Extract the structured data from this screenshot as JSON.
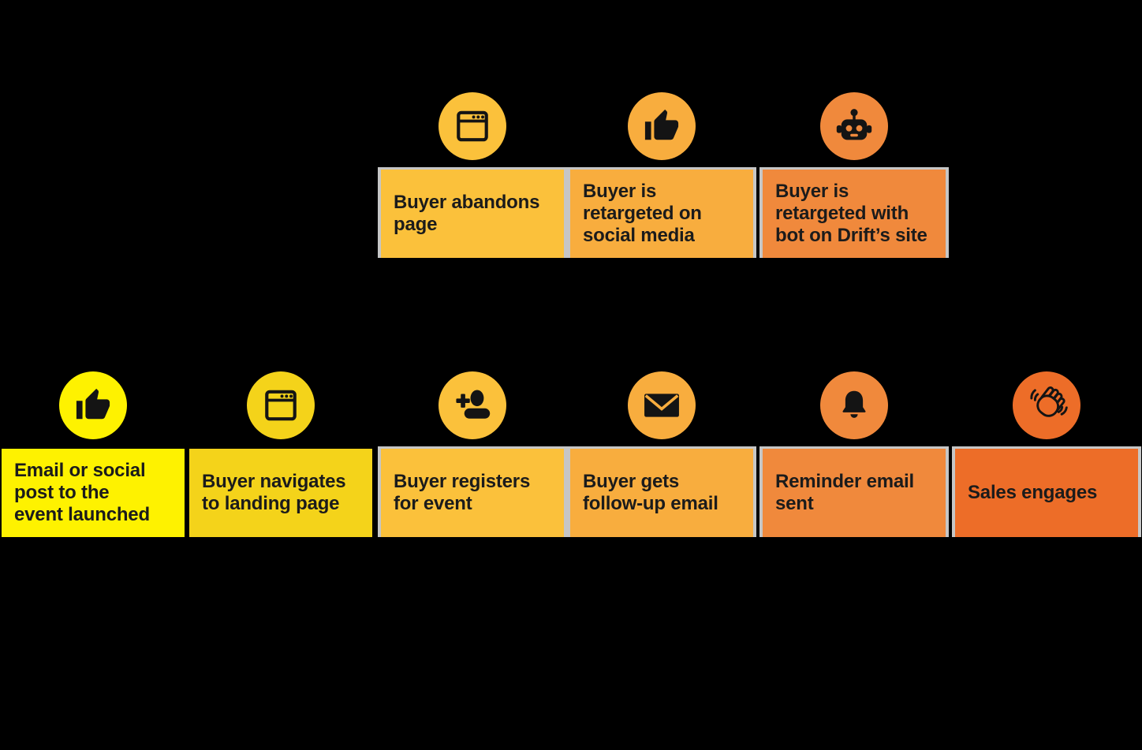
{
  "canvas": {
    "background": "#000000"
  },
  "palette": {
    "yellow": "#FEF200",
    "gold": "#F4D31A",
    "amber": "#FBC13B",
    "amber_orange": "#F8AD3E",
    "orange": "#F0893C",
    "deep_orange": "#ED6D28",
    "separator_gray": "#C6C6C6",
    "text": "#1B1B1B",
    "icon_ink": "#141414"
  },
  "rows": {
    "retarget": {
      "name": "retargeting-branch",
      "steps": [
        {
          "label": "Buyer abandons\npage",
          "icon": "browser-window-icon",
          "color_name": "amber"
        },
        {
          "label": "Buyer is\nretargeted on\nsocial media",
          "icon": "thumbs-up-icon",
          "color_name": "amber_orange"
        },
        {
          "label": "Buyer is\nretargeted with\nbot on Drift’s site",
          "icon": "robot-icon",
          "color_name": "orange"
        }
      ]
    },
    "journey": {
      "name": "main-journey",
      "steps": [
        {
          "label": "Email or social\npost to the\nevent launched",
          "icon": "thumbs-up-icon",
          "color_name": "yellow"
        },
        {
          "label": "Buyer navigates\nto landing page",
          "icon": "browser-window-icon",
          "color_name": "gold"
        },
        {
          "label": "Buyer registers\nfor event",
          "icon": "person-add-icon",
          "color_name": "amber"
        },
        {
          "label": "Buyer gets\nfollow-up email",
          "icon": "envelope-icon",
          "color_name": "amber_orange"
        },
        {
          "label": "Reminder email\nsent",
          "icon": "bell-icon",
          "color_name": "orange"
        },
        {
          "label": "Sales engages",
          "icon": "waving-hand-icon",
          "color_name": "deep_orange"
        }
      ]
    }
  }
}
